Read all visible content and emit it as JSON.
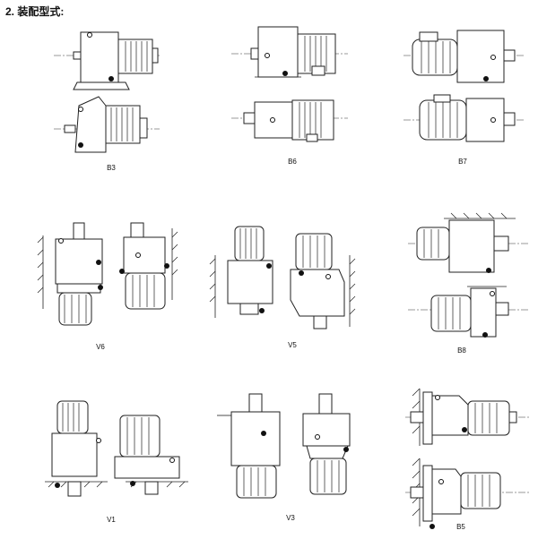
{
  "heading": "2. 装配型式:",
  "mounts": [
    {
      "label": "B3"
    },
    {
      "label": "B6"
    },
    {
      "label": "B7"
    },
    {
      "label": "V6"
    },
    {
      "label": "V5"
    },
    {
      "label": "B8"
    },
    {
      "label": "V1"
    },
    {
      "label": "V3"
    },
    {
      "label": "B5"
    }
  ]
}
